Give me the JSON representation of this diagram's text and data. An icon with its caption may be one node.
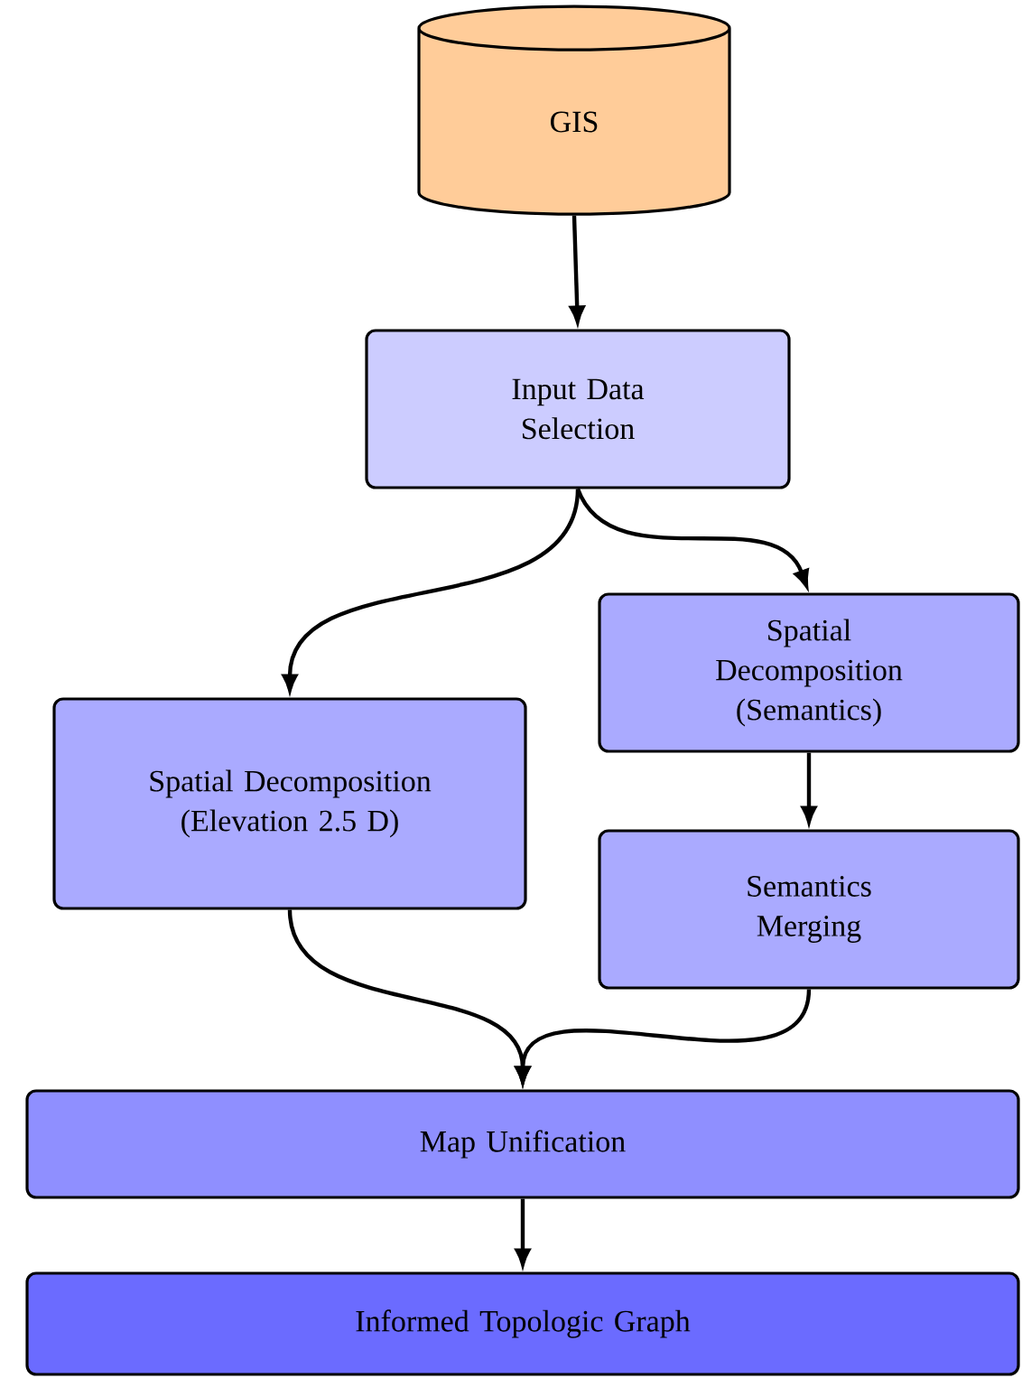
{
  "diagram": {
    "nodes": [
      {
        "text": [
          "GIS"
        ]
      },
      {
        "text": [
          "Input Data Selection"
        ]
      },
      {
        "text": [
          "Spatial Decomposition (Elevation 2.5 D)"
        ]
      },
      {
        "text": [
          "Spatial Decomposition (Semantics)"
        ]
      },
      {
        "text": [
          "Semantics Merging"
        ]
      },
      {
        "text": [
          "Map Unification"
        ]
      },
      {
        "text": [
          "Informed Topologic Graph"
        ]
      }
    ],
    "edges": [
      {
        "from": 0,
        "to": 1,
        "arrow": "to"
      },
      {
        "from": 1,
        "to": 2,
        "arrow": "to"
      },
      {
        "from": 1,
        "to": 3,
        "arrow": "to"
      },
      {
        "from": 3,
        "to": 4,
        "arrow": "to"
      },
      {
        "from": 2,
        "to": 5,
        "arrow": "to"
      },
      {
        "from": 4,
        "to": 5,
        "arrow": "to"
      },
      {
        "from": 5,
        "to": 6,
        "arrow": "to"
      }
    ]
  }
}
